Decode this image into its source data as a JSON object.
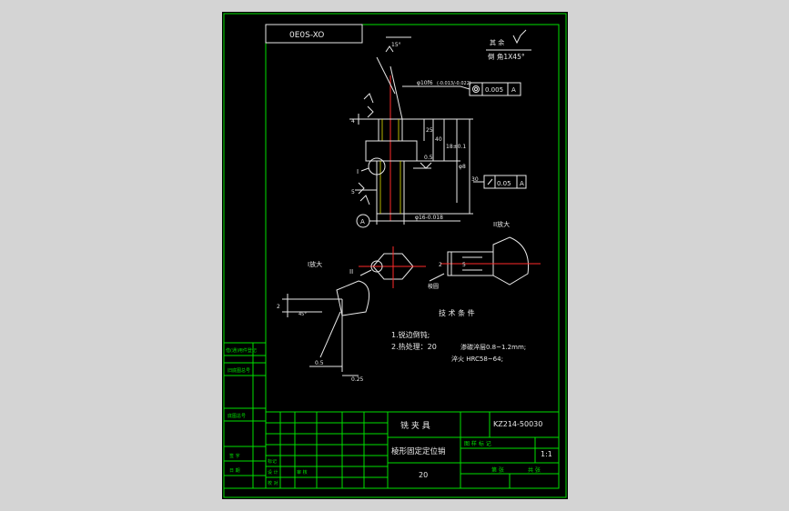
{
  "drawing": {
    "mirrored_code": "0E0S-XO",
    "roughness_note": "其 余",
    "chamfer_note": "倒 角1X45°",
    "angle_label": "15°",
    "dim_fit_top": "φ10f6",
    "dim_fit_top_tol": "(-0.013/-0.022)",
    "gdt_top_value": "0.005",
    "gdt_top_datum": "A",
    "gdt_mid_value": "0.05",
    "gdt_mid_datum": "A",
    "dim_diam_bottom": "φ16-0.018",
    "dim_half": "0.5",
    "dim_left_small": "4",
    "dim_left_mid": "5",
    "dim_right_a": "25",
    "dim_right_b": "40",
    "dim_right_c": "18±0.1",
    "dim_right_d": "φ8",
    "dim_right_e": "30",
    "datum_label": "A",
    "section_label_I": "I",
    "section_label_II": "II",
    "view_I_label": "I放大",
    "view_II_label": "II放大",
    "view_bottom_label": "棱圆",
    "dim_view2_a": "2",
    "dim_view2_b": "5",
    "detail_dim_2": "2",
    "detail_dim_05": "0.5",
    "detail_dim_025": "0.25",
    "detail_angle": "45°"
  },
  "tech": {
    "heading": "技 术 条 件",
    "line1": "1.锐边倒钝;",
    "line2a": "2.热处理：20",
    "line2b": "渗碳淬层0.8~1.2mm;",
    "line3": "淬火 HRC58~64;"
  },
  "title_block": {
    "product": "铣 夹 具",
    "part_code": "KZ214-50030",
    "part_name": "棱形固定定位销",
    "material": "20",
    "scale": "1:1",
    "label_stage": "图 样 标 记",
    "label_sheet": "第   张",
    "label_total": "共   张"
  },
  "left_strip": {
    "label1": "借(通)用件登记",
    "label2": "旧底图总号",
    "label3": "底图总号",
    "label4": "签 字",
    "label5": "日 期"
  },
  "rev_rows": [
    "标记",
    "设 计",
    "校 对",
    "审 核"
  ]
}
